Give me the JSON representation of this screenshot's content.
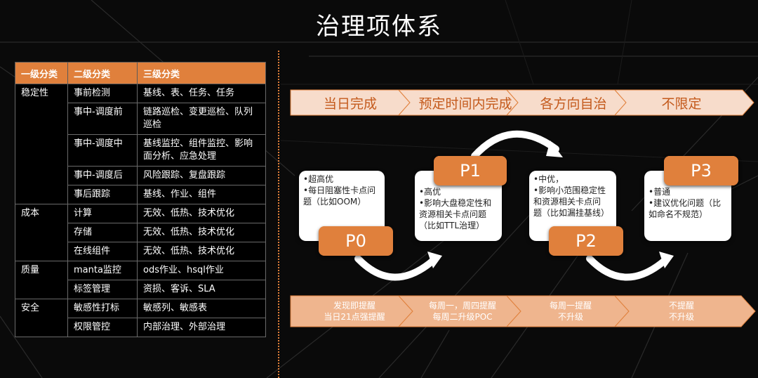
{
  "title": "治理项体系",
  "table": {
    "headers": [
      "一级分类",
      "二级分类",
      "三级分类"
    ],
    "rows": [
      {
        "c1": "稳定性",
        "c2": "事前检测",
        "c3": "基线、表、任务、任务"
      },
      {
        "c1": "",
        "c2": "事中-调度前",
        "c3": "链路巡检、变更巡检、队列巡检"
      },
      {
        "c1": "",
        "c2": "事中-调度中",
        "c3": "基线监控、组件监控、影响面分析、应急处理"
      },
      {
        "c1": "",
        "c2": "事中-调度后",
        "c3": "风险跟踪、复盘跟踪"
      },
      {
        "c1": "",
        "c2": "事后跟踪",
        "c3": "基线、作业、组件"
      },
      {
        "c1": "成本",
        "c2": "计算",
        "c3": "无效、低热、技术优化"
      },
      {
        "c1": "",
        "c2": "存储",
        "c3": "无效、低热、技术优化"
      },
      {
        "c1": "",
        "c2": "在线组件",
        "c3": "无效、低热、技术优化"
      },
      {
        "c1": "质量",
        "c2": "manta监控",
        "c3": "ods作业、hsql作业"
      },
      {
        "c1": "",
        "c2": "标签管理",
        "c3": "资损、客诉、SLA"
      },
      {
        "c1": "安全",
        "c2": "敏感性打标",
        "c3": "敏感列、敏感表"
      },
      {
        "c1": "",
        "c2": "权限管控",
        "c3": "内部治理、外部治理"
      }
    ]
  },
  "timeline": [
    "当日完成",
    "预定时间内完成",
    "各方向自治",
    "不限定"
  ],
  "priorities": [
    {
      "name": "P0",
      "lines": [
        "•超高优",
        "•每日阻塞性卡点问",
        "题（比如OOM）"
      ]
    },
    {
      "name": "P1",
      "lines": [
        "•高优",
        "•影响大盘稳定性和",
        "资源相关卡点问题",
        "（比如TTL治理）"
      ]
    },
    {
      "name": "P2",
      "lines": [
        "•中优，",
        "•影响小范围稳定性",
        "和资源相关卡点问",
        "题（比如漏挂基线）"
      ]
    },
    {
      "name": "P3",
      "lines": [
        "•普通",
        "•建议优化问题（比",
        "如命名不规范）"
      ]
    }
  ],
  "reminders": [
    [
      "发现即提醒",
      "当日21点强提醒"
    ],
    [
      "每周一，周四提醒",
      "每周二升级POC"
    ],
    [
      "每周一提醒",
      "不升级"
    ],
    [
      "不提醒",
      "不升级"
    ]
  ],
  "colors": {
    "accent": "#e0803c",
    "chevron_fill": "#f7dccb",
    "chevron_text": "#c45a1c"
  }
}
